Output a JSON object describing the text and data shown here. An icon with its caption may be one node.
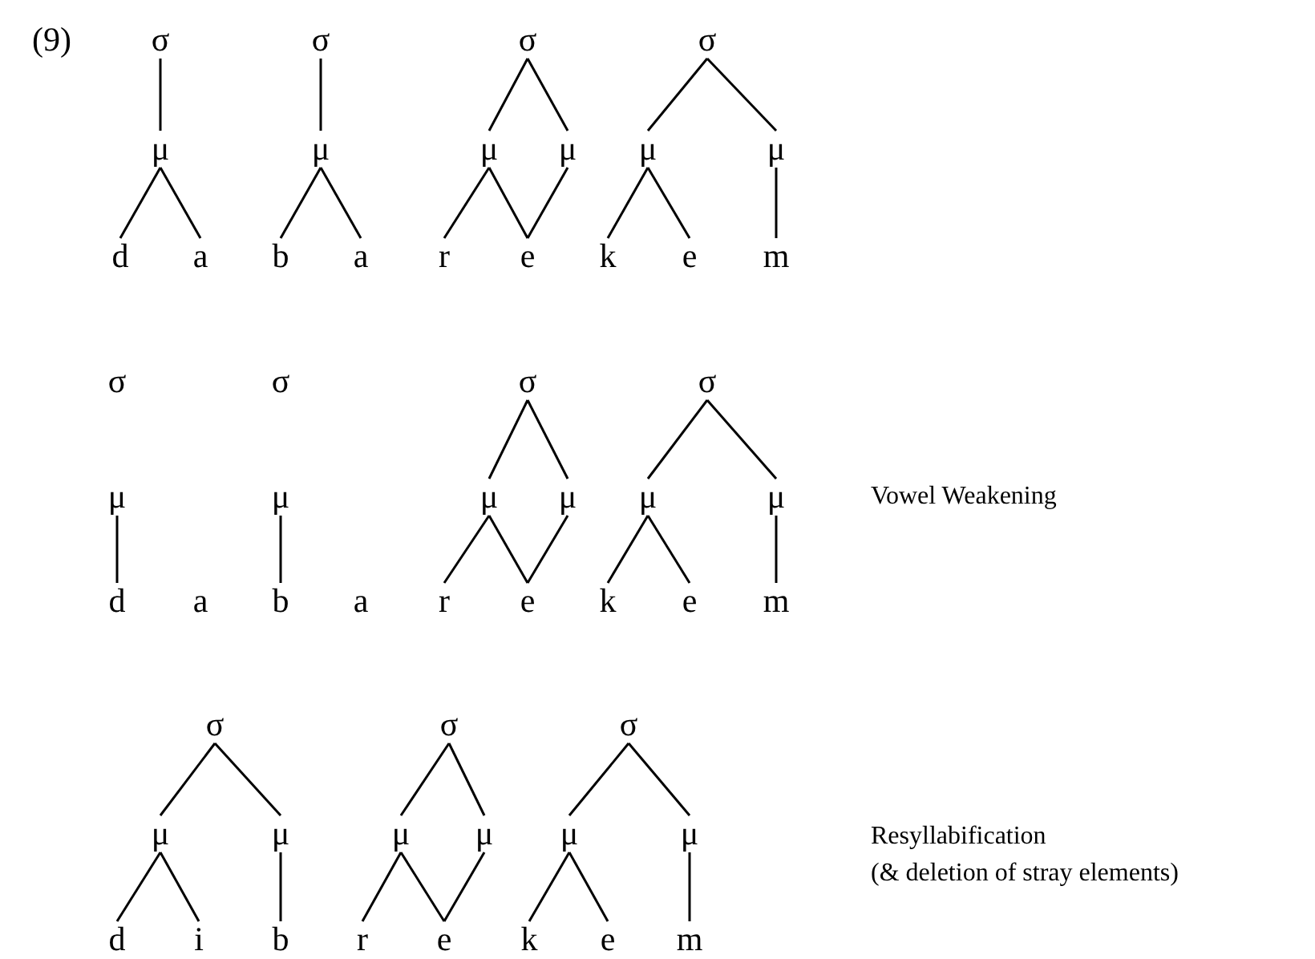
{
  "diagram": {
    "nodes": [
      {
        "text": [
          "σ"
        ]
      },
      {
        "text": [
          "σ"
        ]
      },
      {
        "text": [
          "σ"
        ]
      },
      {
        "text": [
          "σ"
        ]
      },
      {
        "text": [
          "μ"
        ]
      },
      {
        "text": [
          "μ"
        ]
      },
      {
        "text": [
          "μ"
        ]
      },
      {
        "text": [
          "μ"
        ]
      },
      {
        "text": [
          "μ"
        ]
      },
      {
        "text": [
          "μ"
        ]
      },
      {
        "text": [
          "d"
        ]
      },
      {
        "text": [
          "a"
        ]
      },
      {
        "text": [
          "b"
        ]
      },
      {
        "text": [
          "a"
        ]
      },
      {
        "text": [
          "r"
        ]
      },
      {
        "text": [
          "e"
        ]
      },
      {
        "text": [
          "k"
        ]
      },
      {
        "text": [
          "e"
        ]
      },
      {
        "text": [
          "m"
        ]
      },
      {
        "text": [
          "σ"
        ]
      },
      {
        "text": [
          "σ"
        ]
      },
      {
        "text": [
          "μ"
        ]
      },
      {
        "text": [
          "μ"
        ]
      },
      {
        "text": [
          "μ"
        ]
      },
      {
        "text": [
          "μ"
        ]
      },
      {
        "text": [
          "μ"
        ]
      },
      {
        "text": [
          "μ"
        ]
      },
      {
        "text": [
          "d"
        ]
      },
      {
        "text": [
          "b"
        ]
      },
      {
        "text": [
          "r"
        ]
      },
      {
        "text": [
          "e"
        ]
      },
      {
        "text": [
          "k"
        ]
      },
      {
        "text": [
          "e"
        ]
      },
      {
        "text": [
          "m"
        ]
      },
      {
        "text": [
          "σ"
        ]
      },
      {
        "text": [
          "σ"
        ]
      },
      {
        "text": [
          "σ"
        ]
      },
      {
        "text": [
          "μ"
        ]
      },
      {
        "text": [
          "μ"
        ]
      },
      {
        "text": [
          "μ"
        ]
      },
      {
        "text": [
          "μ"
        ]
      },
      {
        "text": [
          "μ"
        ]
      },
      {
        "text": [
          "μ"
        ]
      },
      {
        "text": [
          "d"
        ]
      },
      {
        "text": [
          "i"
        ]
      },
      {
        "text": [
          "b"
        ]
      },
      {
        "text": [
          "r"
        ]
      },
      {
        "text": [
          "e"
        ]
      },
      {
        "text": [
          "k"
        ]
      },
      {
        "text": [
          "e"
        ]
      },
      {
        "text": [
          "m"
        ]
      }
    ],
    "edges": [
      {
        "from": 0,
        "to": 4,
        "arrow": "none"
      },
      {
        "from": 1,
        "to": 5,
        "arrow": "none"
      },
      {
        "from": 2,
        "to": 6,
        "arrow": "none"
      },
      {
        "from": 2,
        "to": 7,
        "arrow": "none"
      },
      {
        "from": 3,
        "to": 8,
        "arrow": "none"
      },
      {
        "from": 3,
        "to": 9,
        "arrow": "none"
      },
      {
        "from": 4,
        "to": 10,
        "arrow": "none"
      },
      {
        "from": 4,
        "to": 11,
        "arrow": "none"
      },
      {
        "from": 5,
        "to": 12,
        "arrow": "none"
      },
      {
        "from": 5,
        "to": 13,
        "arrow": "none"
      },
      {
        "from": 6,
        "to": 14,
        "arrow": "none"
      },
      {
        "from": 6,
        "to": 15,
        "arrow": "none"
      },
      {
        "from": 7,
        "to": 15,
        "arrow": "none"
      },
      {
        "from": 8,
        "to": 16,
        "arrow": "none"
      },
      {
        "from": 8,
        "to": 17,
        "arrow": "none"
      },
      {
        "from": 9,
        "to": 18,
        "arrow": "none"
      },
      {
        "from": 19,
        "to": 23,
        "arrow": "none"
      },
      {
        "from": 19,
        "to": 24,
        "arrow": "none"
      },
      {
        "from": 20,
        "to": 25,
        "arrow": "none"
      },
      {
        "from": 20,
        "to": 26,
        "arrow": "none"
      },
      {
        "from": 21,
        "to": 27,
        "arrow": "none"
      },
      {
        "from": 22,
        "to": 28,
        "arrow": "none"
      },
      {
        "from": 23,
        "to": 29,
        "arrow": "none"
      },
      {
        "from": 23,
        "to": 30,
        "arrow": "none"
      },
      {
        "from": 24,
        "to": 30,
        "arrow": "none"
      },
      {
        "from": 25,
        "to": 31,
        "arrow": "none"
      },
      {
        "from": 25,
        "to": 32,
        "arrow": "none"
      },
      {
        "from": 26,
        "to": 33,
        "arrow": "none"
      },
      {
        "from": 34,
        "to": 37,
        "arrow": "none"
      },
      {
        "from": 34,
        "to": 38,
        "arrow": "none"
      },
      {
        "from": 35,
        "to": 39,
        "arrow": "none"
      },
      {
        "from": 35,
        "to": 40,
        "arrow": "none"
      },
      {
        "from": 36,
        "to": 41,
        "arrow": "none"
      },
      {
        "from": 36,
        "to": 42,
        "arrow": "none"
      },
      {
        "from": 37,
        "to": 43,
        "arrow": "none"
      },
      {
        "from": 37,
        "to": 44,
        "arrow": "none"
      },
      {
        "from": 38,
        "to": 45,
        "arrow": "none"
      },
      {
        "from": 39,
        "to": 46,
        "arrow": "none"
      },
      {
        "from": 39,
        "to": 47,
        "arrow": "none"
      },
      {
        "from": 40,
        "to": 47,
        "arrow": "none"
      },
      {
        "from": 41,
        "to": 48,
        "arrow": "none"
      },
      {
        "from": 41,
        "to": 49,
        "arrow": "none"
      },
      {
        "from": 42,
        "to": 50,
        "arrow": "none"
      }
    ],
    "labels": [
      "(9)",
      "σ",
      "σ",
      "a",
      "a",
      "Vowel Weakening",
      "Resyllabification",
      "(& deletion of stray elements)"
    ]
  }
}
